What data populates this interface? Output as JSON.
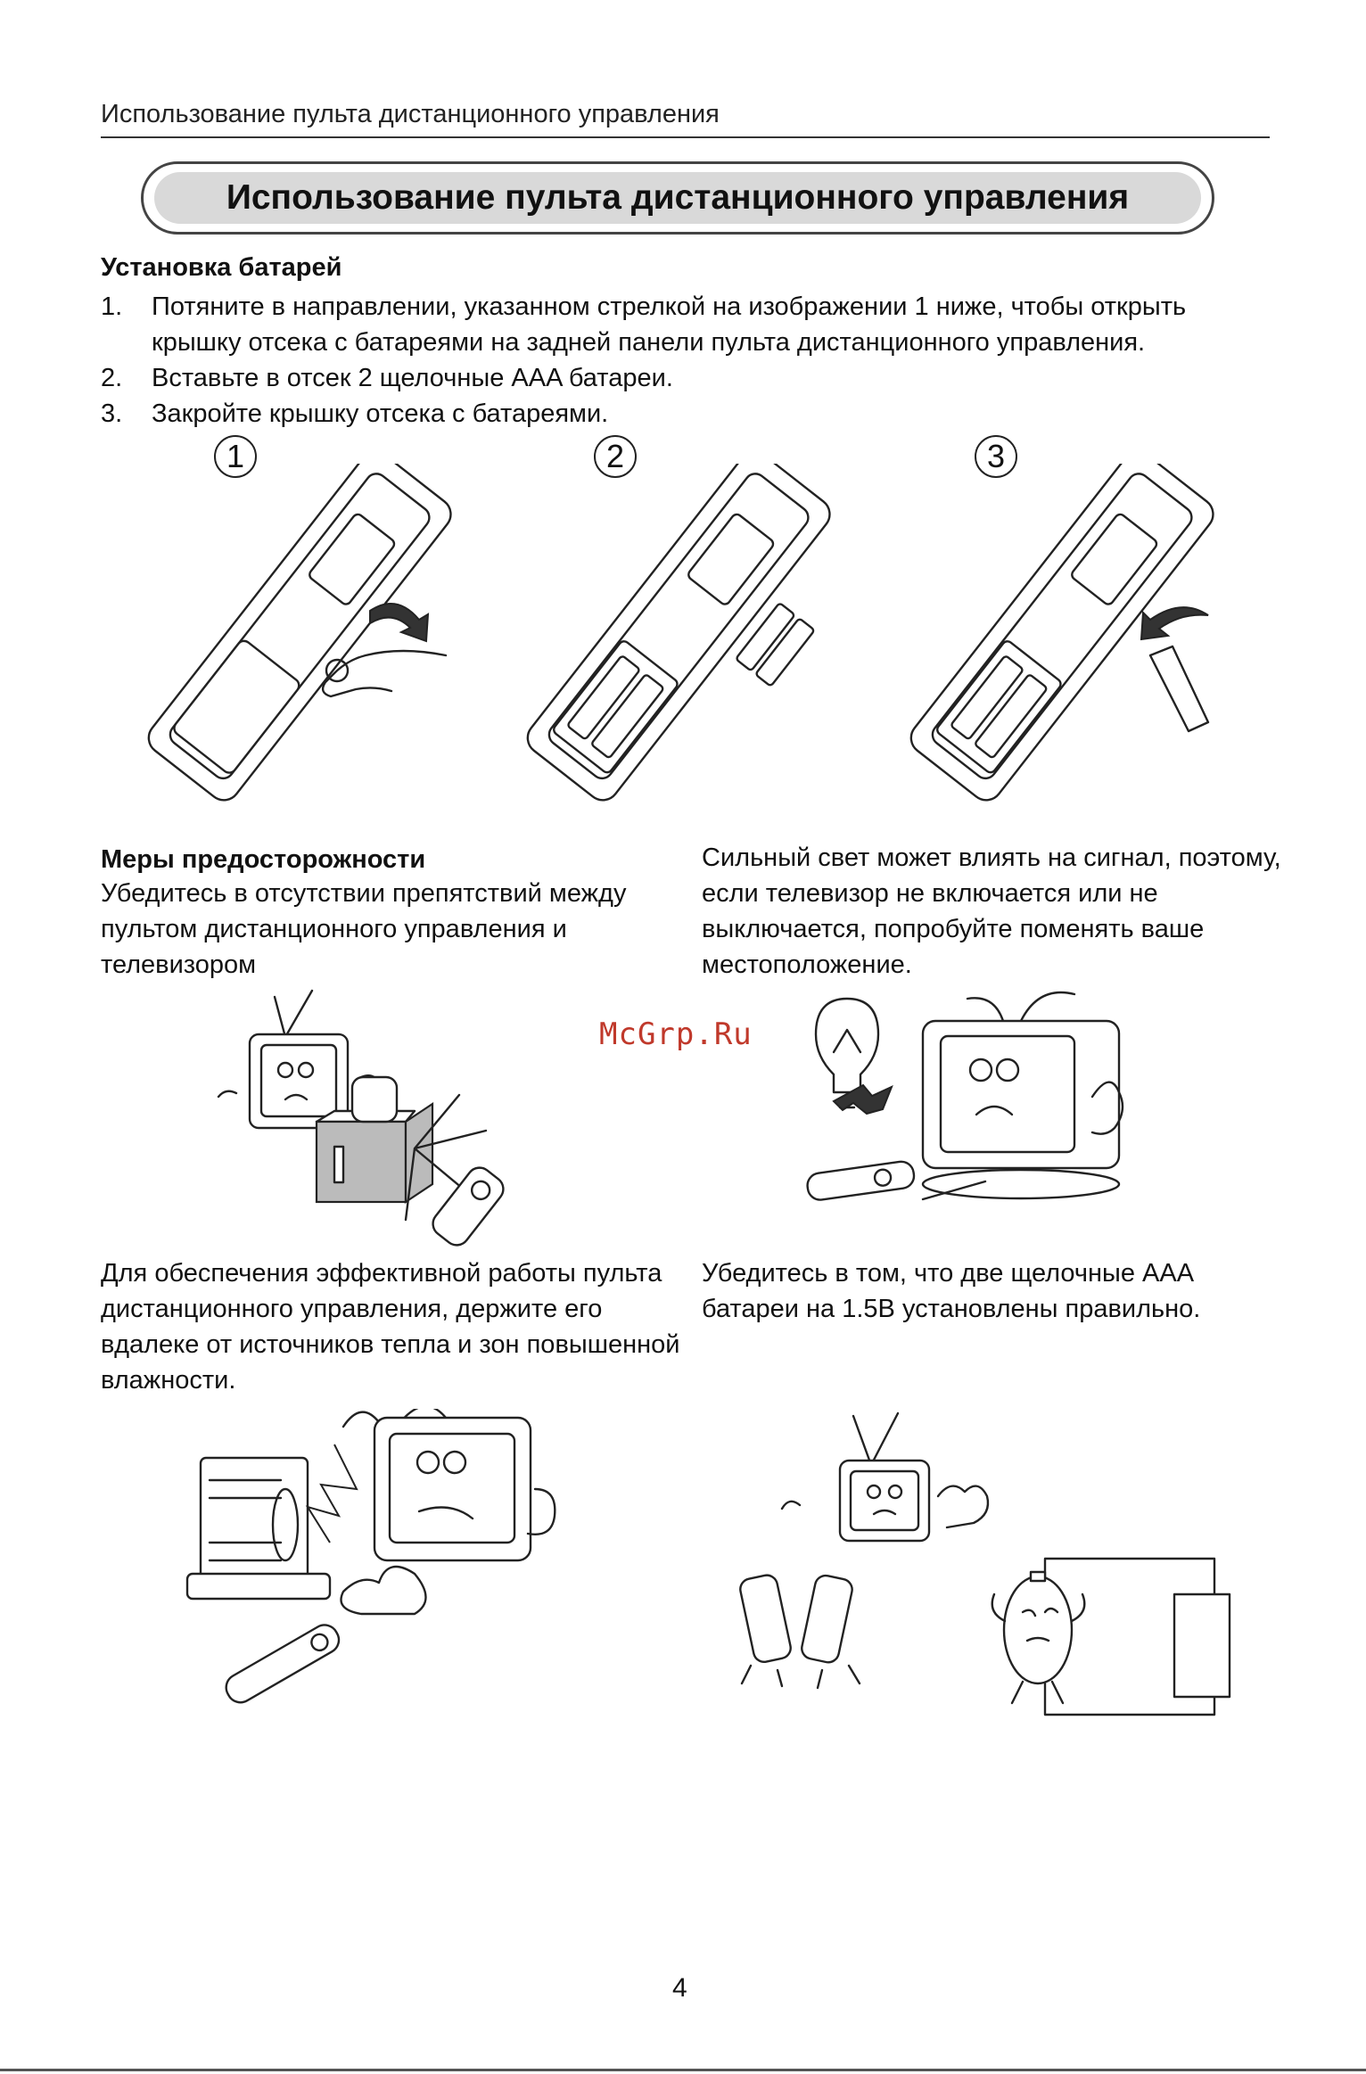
{
  "header": {
    "running_title": "Использование пульта дистанционного управления"
  },
  "title": "Использование пульта дистанционного управления",
  "battery_section": {
    "heading": "Установка батарей",
    "steps": [
      {
        "num": "1.",
        "text": "Потяните в направлении, указанном стрелкой на изображении 1 ниже, чтобы открыть крышку отсека с батареями на задней панели пульта дистанционного управления."
      },
      {
        "num": "2.",
        "text": "Вставьте в отсек 2 щелочные AAA батареи."
      },
      {
        "num": "3.",
        "text": "Закройте крышку отсека с батареями."
      }
    ],
    "figure_labels": [
      "1",
      "2",
      "3"
    ]
  },
  "precautions": {
    "heading": "Меры предосторожности",
    "obstacles_text": "Убедитесь в отсутствии препятствий между пультом дистанционного управления и телевизором",
    "light_text": "Сильный свет может влиять на сигнал, поэтому, если телевизор не включается или не выключается, попробуйте поменять ваше местоположение.",
    "heat_text": "Для обеспечения эффективной работы пульта дистанционного управления, держите его    вдалеке от источников тепла и зон повышенной влажности.",
    "battery_text": "Убедитесь в том, что две щелочные AAA батареи на 1.5В установлены правильно."
  },
  "watermark": "McGrp.Ru",
  "page_number": "4"
}
